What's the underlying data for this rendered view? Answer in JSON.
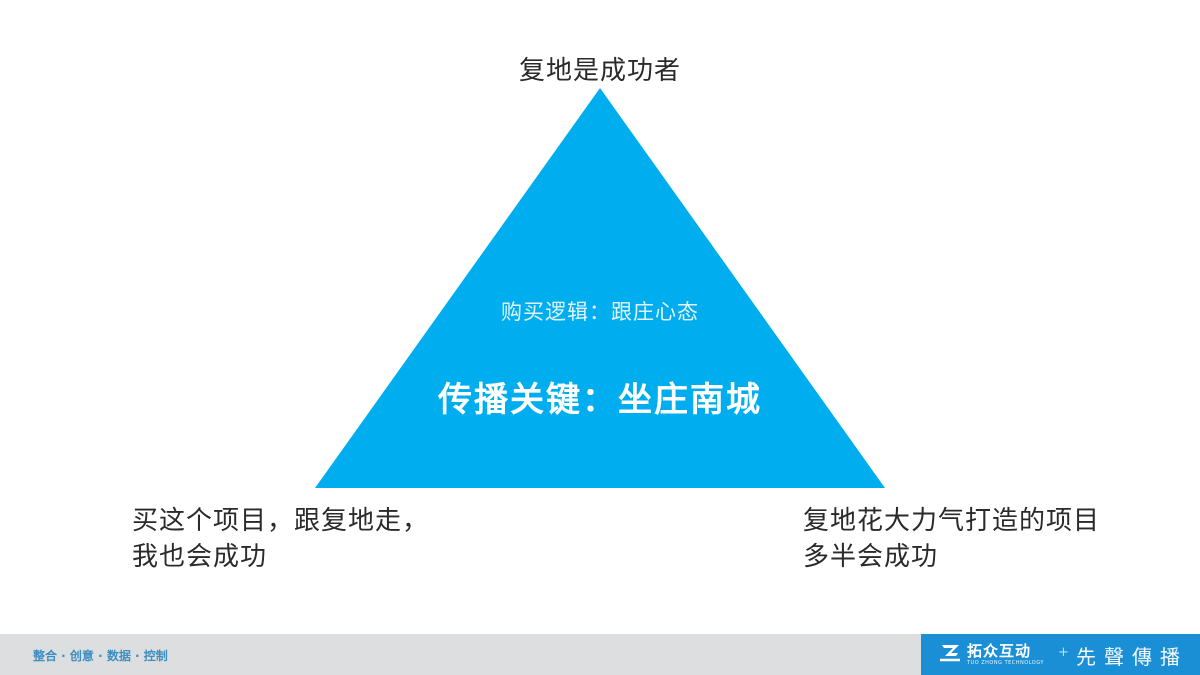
{
  "diagram": {
    "type": "triangle",
    "fill_color": "#00aeef",
    "apex_label": "复地是成功者",
    "bottom_left_label": [
      "买这个项目，跟复地走，",
      "我也会成功"
    ],
    "bottom_right_label": [
      "复地花大力气打造的项目",
      "多半会成功"
    ],
    "inner_subtitle": "购买逻辑：跟庄心态",
    "inner_title": "传播关键：坐庄南城"
  },
  "footer": {
    "slogan": "整合 · 创意 · 数据 · 控制",
    "brand_name": "拓众互动",
    "brand_en": "TUO ZHONG TECHNOLOGY",
    "plus": "+",
    "tagline": "先聲傳播",
    "bar_color": "#dcdedf",
    "brand_color": "#1a8fd6"
  }
}
